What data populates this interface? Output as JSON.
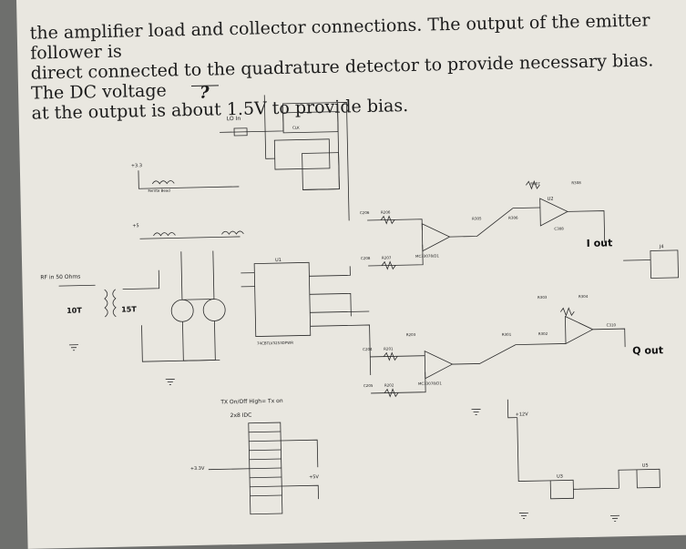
{
  "paragraph": {
    "line1": "the amplifier load and collector connections. The output of the emitter follower is",
    "line2": "direct connected to the quadrature detector to provide necessary bias. The DC voltage",
    "line3": "at the output is about 1.5V to provide bias."
  },
  "annotation": {
    "mark": "?"
  },
  "schematic": {
    "lo_in": "LO In",
    "rf_in": "RF in 50 Ohms",
    "i_out": "I out",
    "q_out": "Q out",
    "tx_label": "TX On/Off High= Tx on",
    "header_label": "2x8 IDC",
    "v33": "+3.3",
    "v5": "+5",
    "v12": "+12V",
    "v5b": "+5V",
    "v33b": "+3.3V",
    "t1a": "10T",
    "t1b": "15T",
    "u1": "U1",
    "u2": "U2",
    "u3": "U3",
    "u5": "U5",
    "ferrite": "Ferrite Bead",
    "clk": "CLK",
    "op_a": "MC33078/D1",
    "op_b": "MC33078/D1",
    "mixer": "74CBTLV3253DPWR",
    "j4": "J4",
    "res_labels": [
      "R206",
      "R207",
      "R203",
      "R201",
      "R202",
      "R307",
      "R308",
      "R303",
      "R304",
      "R301",
      "R302",
      "R305",
      "R306"
    ],
    "cap_labels": [
      "C206",
      "C208",
      "C204",
      "C205",
      "C308",
      "C310"
    ]
  },
  "colors": {
    "paper": "#e9e7e0",
    "ink": "#1c1c1c",
    "background": "#6e6f6d"
  }
}
